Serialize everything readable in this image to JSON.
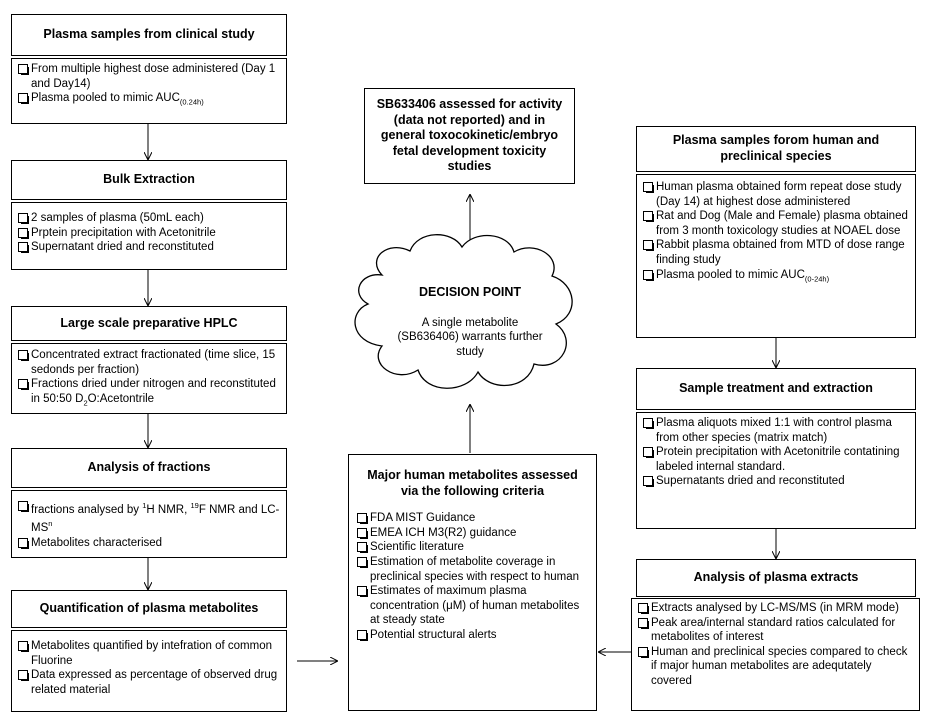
{
  "left": {
    "b1": {
      "title": "Plasma samples from clinical study",
      "items": [
        "From multiple highest dose administered (Day 1 and Day14)",
        "Plasma pooled to mimic AUC"
      ],
      "auc_sub": "(0.24h)"
    },
    "b2": {
      "title": "Bulk Extraction",
      "items": [
        "2 samples of plasma (50mL each)",
        "Prptein precipitation with Acetonitrile",
        "Supernatant dried and reconstituted"
      ]
    },
    "b3": {
      "title": "Large scale preparative HPLC",
      "item1": "Concentrated extract fractionated (time slice, 15 sedonds per fraction)",
      "item2_a": "Fractions dried under nitrogen and reconstituted in 50:50 D",
      "item2_sub": "2",
      "item2_b": "O:Acetontrile"
    },
    "b4": {
      "title": "Analysis of fractions",
      "item1_a": "fractions analysed by ",
      "item1_sup1": "1",
      "item1_b": "H NMR, ",
      "item1_sup2": "19",
      "item1_c": "F NMR and LC-MS",
      "item1_sup3": "n",
      "item2": "Metabolites characterised"
    },
    "b5": {
      "title": "Quantification of plasma metabolites",
      "items": [
        "Metabolites quantified by intefration of common Fluorine",
        "Data expressed as percentage of observed drug related material"
      ]
    }
  },
  "middle": {
    "top": {
      "title": "SB633406 assessed for activity (data not reported) and in general toxocokinetic/embryo fetal development toxicity studies"
    },
    "cloud": {
      "title": "DECISION POINT",
      "text": "A single metabolite (SB636406) warrants further study"
    },
    "criteria": {
      "title": "Major human metabolites assessed via the following criteria",
      "items": [
        "FDA MIST Guidance",
        "EMEA ICH M3(R2) guidance",
        "Scientific literature",
        "Estimation of metabolite coverage in preclinical species with respect to human"
      ],
      "item5_a": "Estimates of maximum plasma concentration (",
      "item5_mu": "μ",
      "item5_b": "M) of human metabolites at steady state",
      "item6": "Potential structural alerts"
    }
  },
  "right": {
    "b1": {
      "title": "Plasma samples forom human and preclinical species",
      "items": [
        "Human plasma obtained form repeat dose study (Day 14) at highest dose administered",
        "Rat and Dog (Male and Female) plasma obtained from 3 month toxicology studies at NOAEL dose",
        "Rabbit plasma obtained from MTD of dose range finding study",
        "Plasma pooled to mimic AUC"
      ],
      "auc_sub": "(0-24h)"
    },
    "b2": {
      "title": "Sample treatment and extraction",
      "items": [
        "Plasma aliquots mixed 1:1 with control plasma from other species (matrix match)",
        "Protein precipitation with Acetonitrile contatining labeled internal standard.",
        "Supernatants dried and reconstituted"
      ]
    },
    "b3": {
      "title": "Analysis of plasma extracts",
      "items": [
        "Extracts analysed by LC-MS/MS (in MRM mode)",
        "Peak area/internal standard ratios calculated for metabolites of interest",
        "Human and preclinical species compared to check if major human metabolites are adequtately covered"
      ]
    }
  }
}
